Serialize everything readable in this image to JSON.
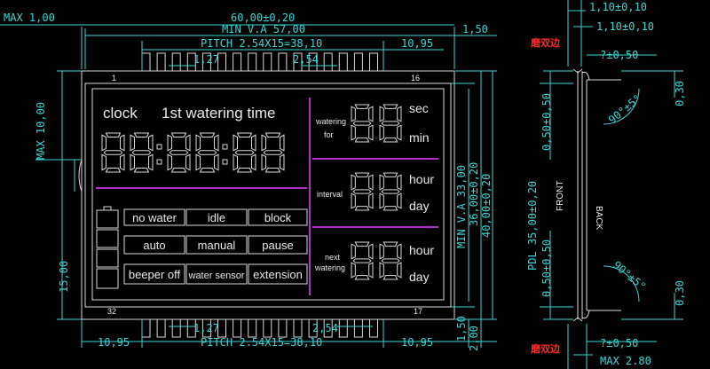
{
  "dims": {
    "max_left": "MAX 1,00",
    "width_total": "60,00±0,20",
    "min_va": "MIN V.A 57,00",
    "right_150": "1,50",
    "pitch_top": "PITCH 2.54X15=38,10",
    "right_1095_top": "10,95",
    "pitch_127_top": "1,27",
    "pitch_254_top": "2,54",
    "max_10": "MAX 10,00",
    "left_15": "15,00",
    "min_va_33": "MIN V.A 33,00",
    "h_3600": "36,00±0,20",
    "h_4000": "40,00±0,20",
    "bottom_1095_left": "10,95",
    "bottom_127": "1,27",
    "bottom_254": "2,54",
    "pitch_bottom": "PITCH 2.54X15=38,10",
    "bottom_1095_right": "10,95",
    "right_bottom_150": "1,50",
    "right_bottom_200": "2,00",
    "side_110_a": "1,10±0,10",
    "side_110_b": "1,10±0,10",
    "side_q050_top": "?±0,50",
    "side_030_top": "0,30",
    "side_angle_top": "90°±5°",
    "side_050_a": "0,50±0,50",
    "side_pdl": "PDL 35,00±0,20",
    "side_050_b": "0,50±0,50",
    "side_angle_bottom": "90°±5°",
    "side_030_bottom": "0,30",
    "side_q050_bottom": "?±0,50",
    "side_max_280": "MAX 2.80",
    "front": "FRONT",
    "back": "BACK",
    "grind_top": "磨双边",
    "grind_bottom": "磨双边"
  },
  "lcd": {
    "pin_1": "1",
    "pin_16": "16",
    "pin_32": "32",
    "pin_17": "17",
    "clock_label": "clock",
    "watering_time_label": "1st watering time",
    "watering_for_line1": "watering",
    "watering_for_line2": "for",
    "unit_sec": "sec",
    "unit_min": "min",
    "interval_label": "interval",
    "unit_hour_1": "hour",
    "unit_day_1": "day",
    "next_watering_line1": "next",
    "next_watering_line2": "watering",
    "unit_hour_2": "hour",
    "unit_day_2": "day",
    "buttons": [
      "no water",
      "idle",
      "block",
      "auto",
      "manual",
      "pause",
      "beeper off",
      "water sensor",
      "extension"
    ]
  },
  "colors": {
    "dimension": "#37d7d7",
    "segments": "#d8d8d8",
    "divider": "#b030c8",
    "note": "#ff2a2a"
  }
}
